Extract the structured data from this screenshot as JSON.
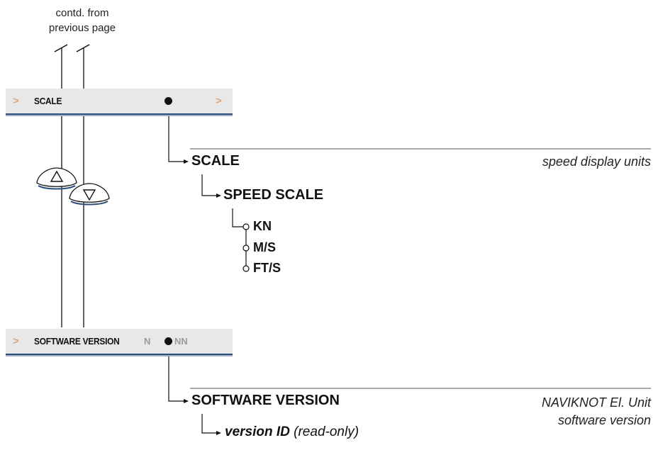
{
  "continued_note": {
    "line1": "contd. from",
    "line2": "previous page"
  },
  "scale_bar": {
    "left_chevron": ">",
    "label": "SCALE",
    "right_chevron": ">"
  },
  "scale_section": {
    "heading": "SCALE",
    "description": "speed display units",
    "sub_heading": "SPEED SCALE",
    "options": [
      "KN",
      "M/S",
      "FT/S"
    ]
  },
  "software_bar": {
    "left_chevron": ">",
    "label": "SOFTWARE VERSION",
    "value_left": "N",
    "value_right": "NN"
  },
  "software_section": {
    "heading": "SOFTWARE VERSION",
    "description_line1": "NAVIKNOT El. Unit",
    "description_line2": "software version",
    "sub_bold": "version ID",
    "sub_note": "(read-only)"
  },
  "buttons": {
    "up": "up-arrow",
    "down": "down-arrow"
  }
}
